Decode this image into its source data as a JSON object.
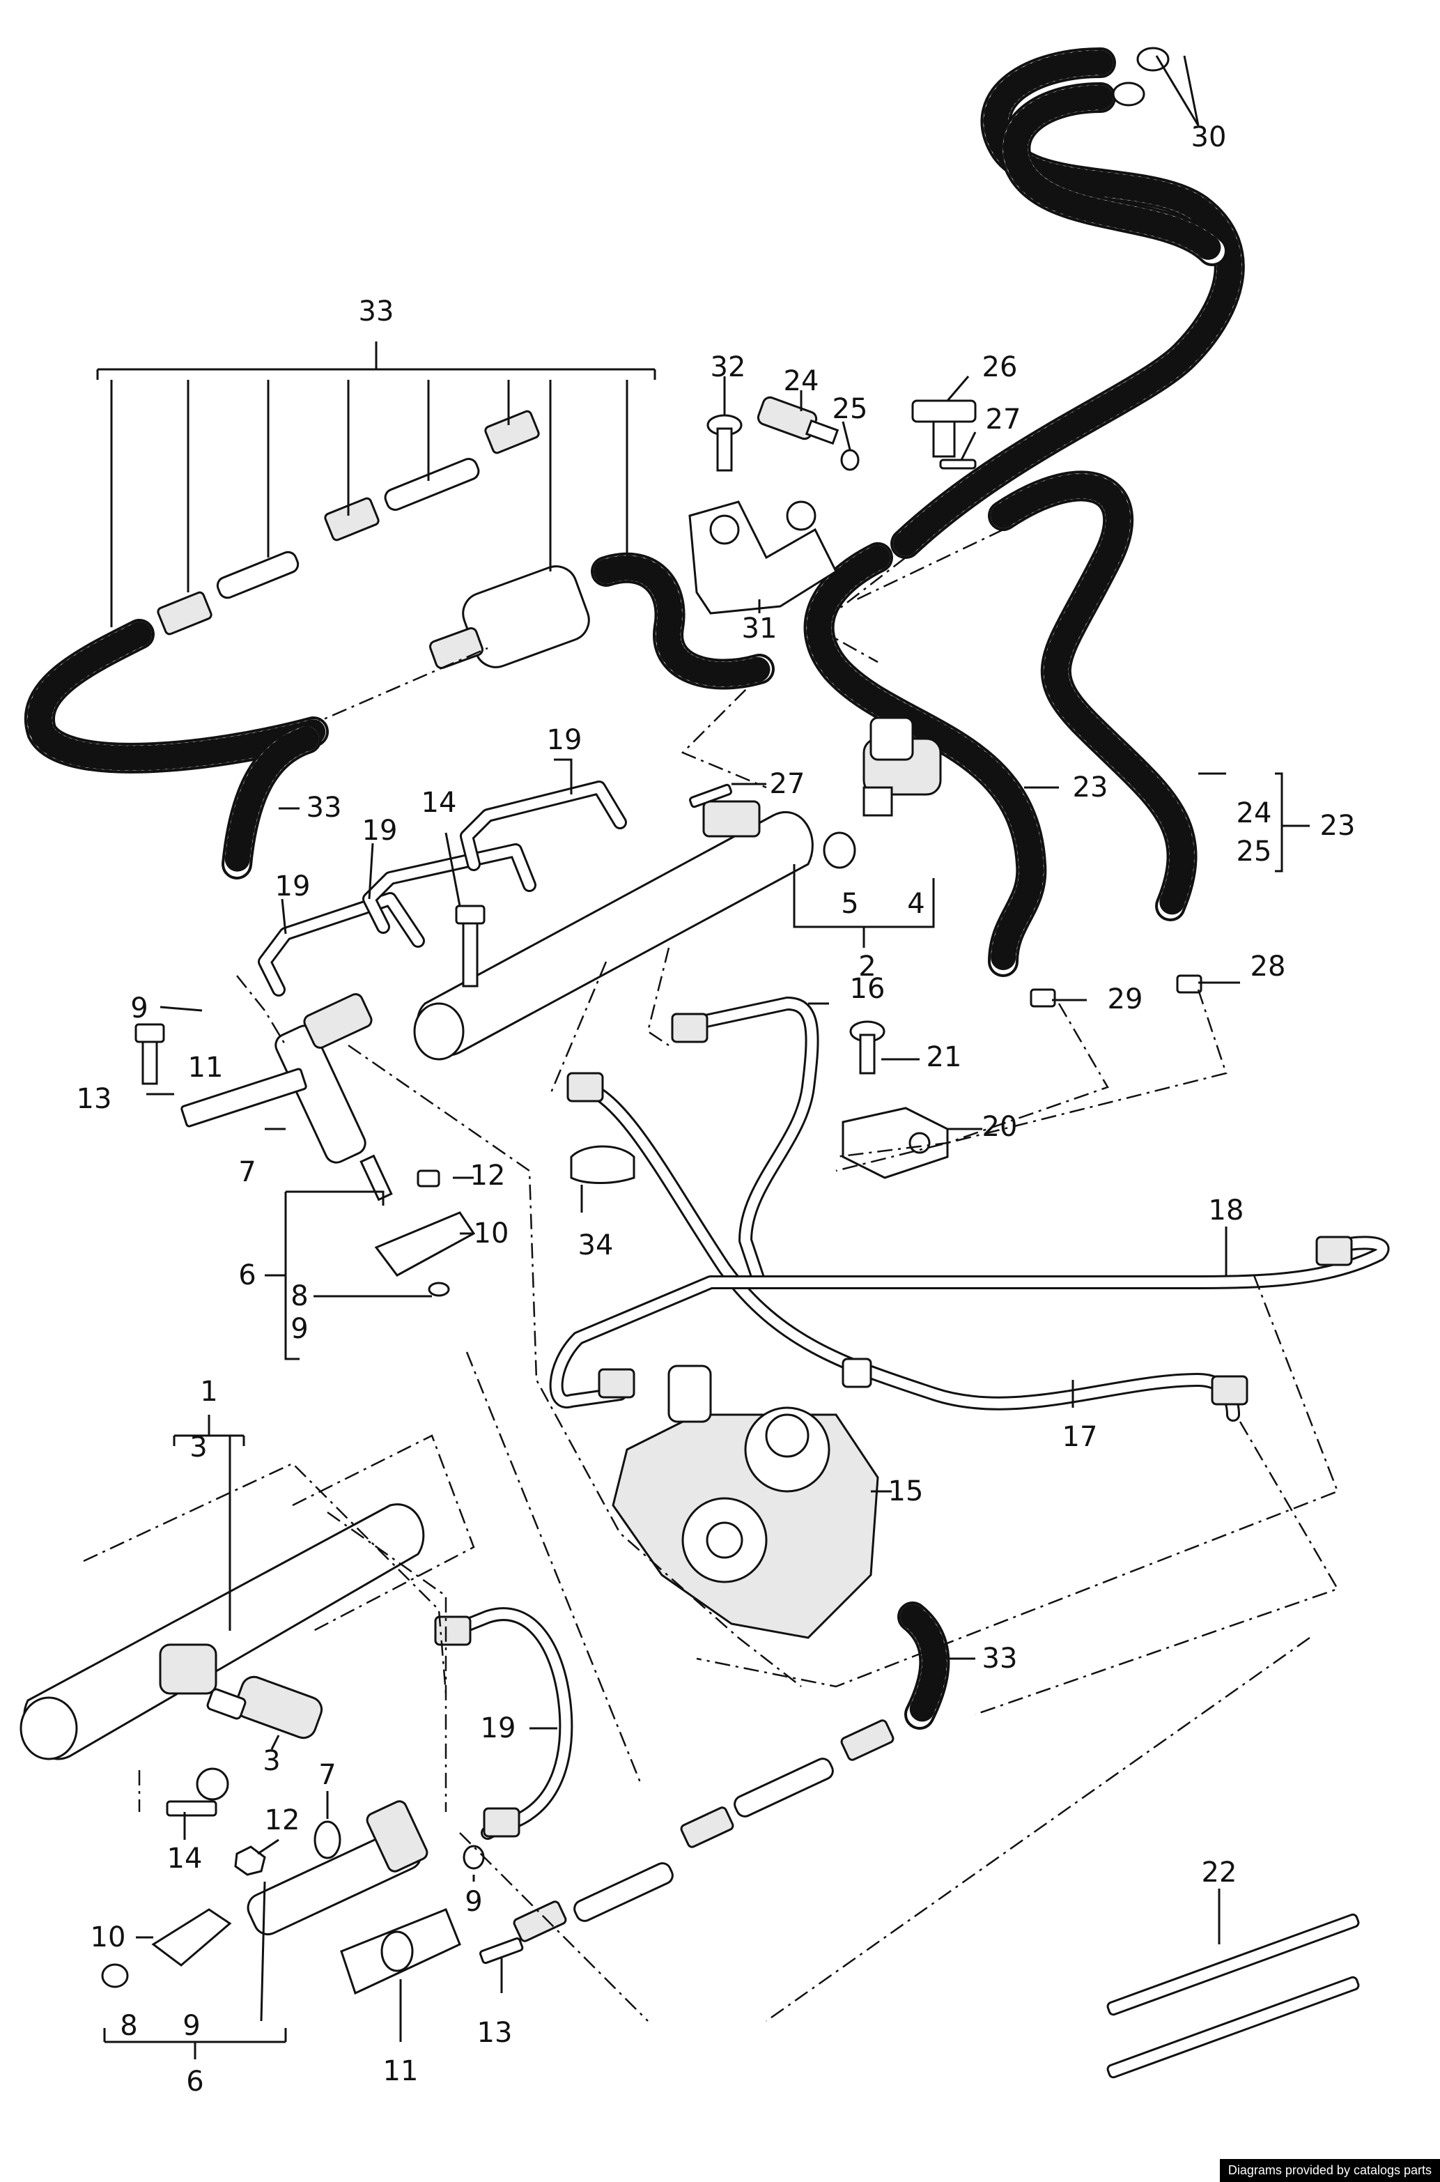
{
  "callouts": [
    "1",
    "2",
    "3",
    "4",
    "5",
    "6",
    "7",
    "8",
    "9",
    "10",
    "11",
    "12",
    "13",
    "14",
    "15",
    "16",
    "17",
    "18",
    "19",
    "20",
    "21",
    "22",
    "23",
    "24",
    "25",
    "26",
    "27",
    "28",
    "29",
    "30",
    "31",
    "32",
    "33",
    "34"
  ],
  "labels": {
    "l33_top": "33",
    "l32": "32",
    "l24_top": "24",
    "l25_top": "25",
    "l26": "26",
    "l27_top": "27",
    "l30": "30",
    "l31": "31",
    "l19_a": "19",
    "l19_b": "19",
    "l19_c": "19",
    "l14_top": "14",
    "l33_mid": "33",
    "l27_mid": "27",
    "l23_a": "23",
    "l24_b": "24",
    "l25_b": "25",
    "l23_b": "23",
    "l5": "5",
    "l4": "4",
    "l2": "2",
    "l16": "16",
    "l29": "29",
    "l28": "28",
    "l21": "21",
    "l9_a": "9",
    "l11_top": "11",
    "l13_top": "13",
    "l7_top": "7",
    "l12_top": "12",
    "l10_top": "10",
    "l20": "20",
    "l6_top": "6",
    "l8_top": "8",
    "l9_b": "9",
    "l34": "34",
    "l18": "18",
    "l17": "17",
    "l15": "15",
    "l1": "1",
    "l3_top": "3",
    "l33_low": "33",
    "l19_low": "19",
    "l3_low": "3",
    "l7_low": "7",
    "l12_low": "12",
    "l14_low": "14",
    "l9_low": "9",
    "l10_low": "10",
    "l22": "22",
    "l8_low": "8",
    "l9_bot": "9",
    "l13_low": "13",
    "l6_low": "6",
    "l11_low": "11"
  },
  "credit": "Diagrams provided by catalogs parts"
}
